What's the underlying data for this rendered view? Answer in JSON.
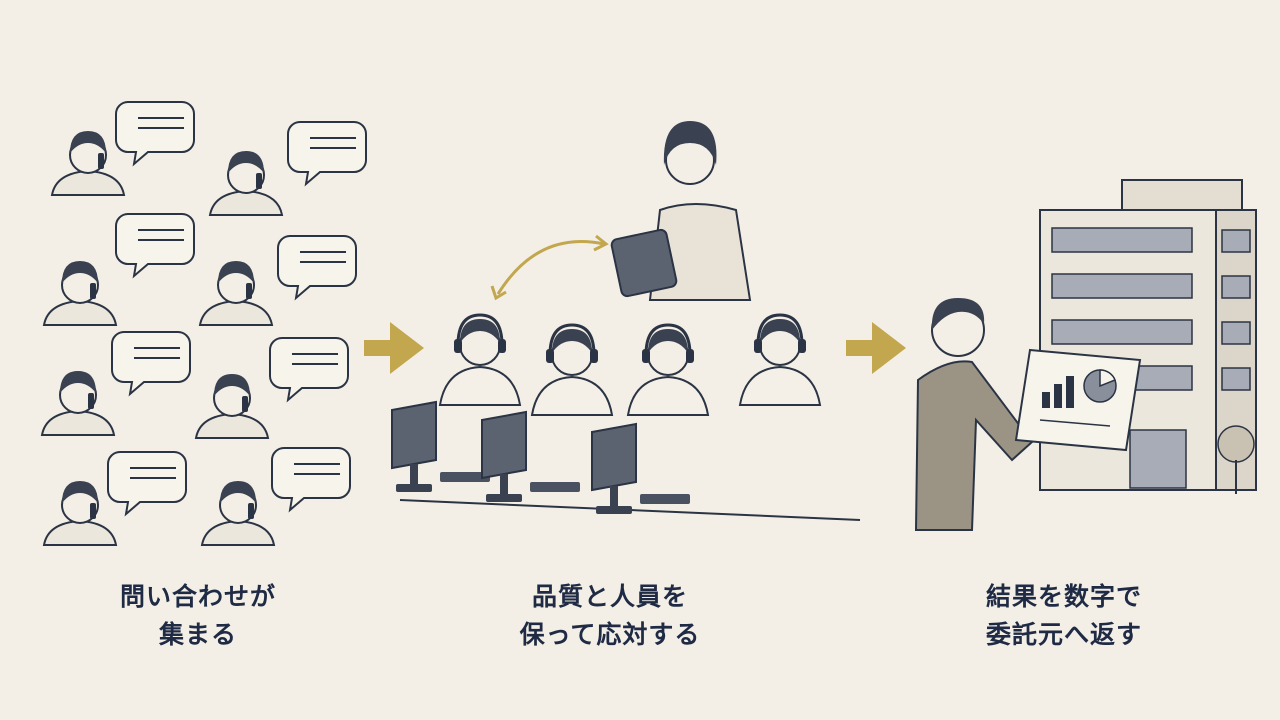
{
  "steps": [
    {
      "id": "gather",
      "lines": [
        "問い合わせが",
        "集まる"
      ],
      "icon": "callers-icon"
    },
    {
      "id": "respond",
      "lines": [
        "品質と人員を",
        "保って応対する"
      ],
      "icon": "call-center-icon"
    },
    {
      "id": "report",
      "lines": [
        "結果を数字で",
        "委託元へ返す"
      ],
      "icon": "report-building-icon"
    }
  ],
  "colors": {
    "background": "#f3efe6",
    "ink": "#2b3444",
    "text": "#1f2a44",
    "accent": "#c2a74e"
  }
}
